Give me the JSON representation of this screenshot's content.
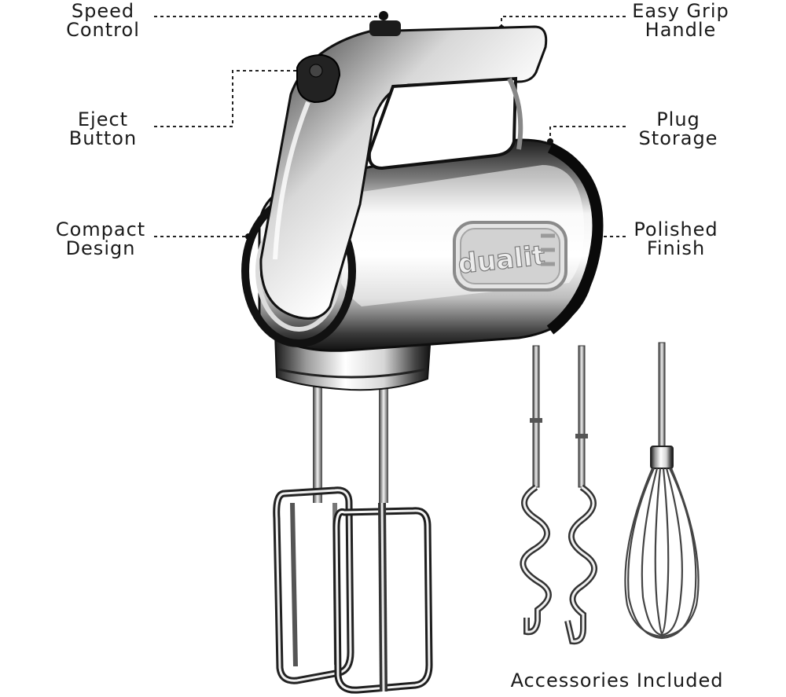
{
  "callouts": {
    "speed_control": [
      "Speed",
      "Control"
    ],
    "eject_button": [
      "Eject",
      "Button"
    ],
    "compact_design": [
      "Compact",
      "Design"
    ],
    "easy_grip_handle": [
      "Easy Grip",
      "Handle"
    ],
    "plug_storage": [
      "Plug",
      "Storage"
    ],
    "polished_finish": [
      "Polished",
      "Finish"
    ]
  },
  "brand_logo": "dualit",
  "accessories_caption": "Accessories Included",
  "colors": {
    "chrome_dark": "#2a2a2a",
    "chrome_light": "#e8e8e8",
    "text": "#1a1a1a"
  }
}
